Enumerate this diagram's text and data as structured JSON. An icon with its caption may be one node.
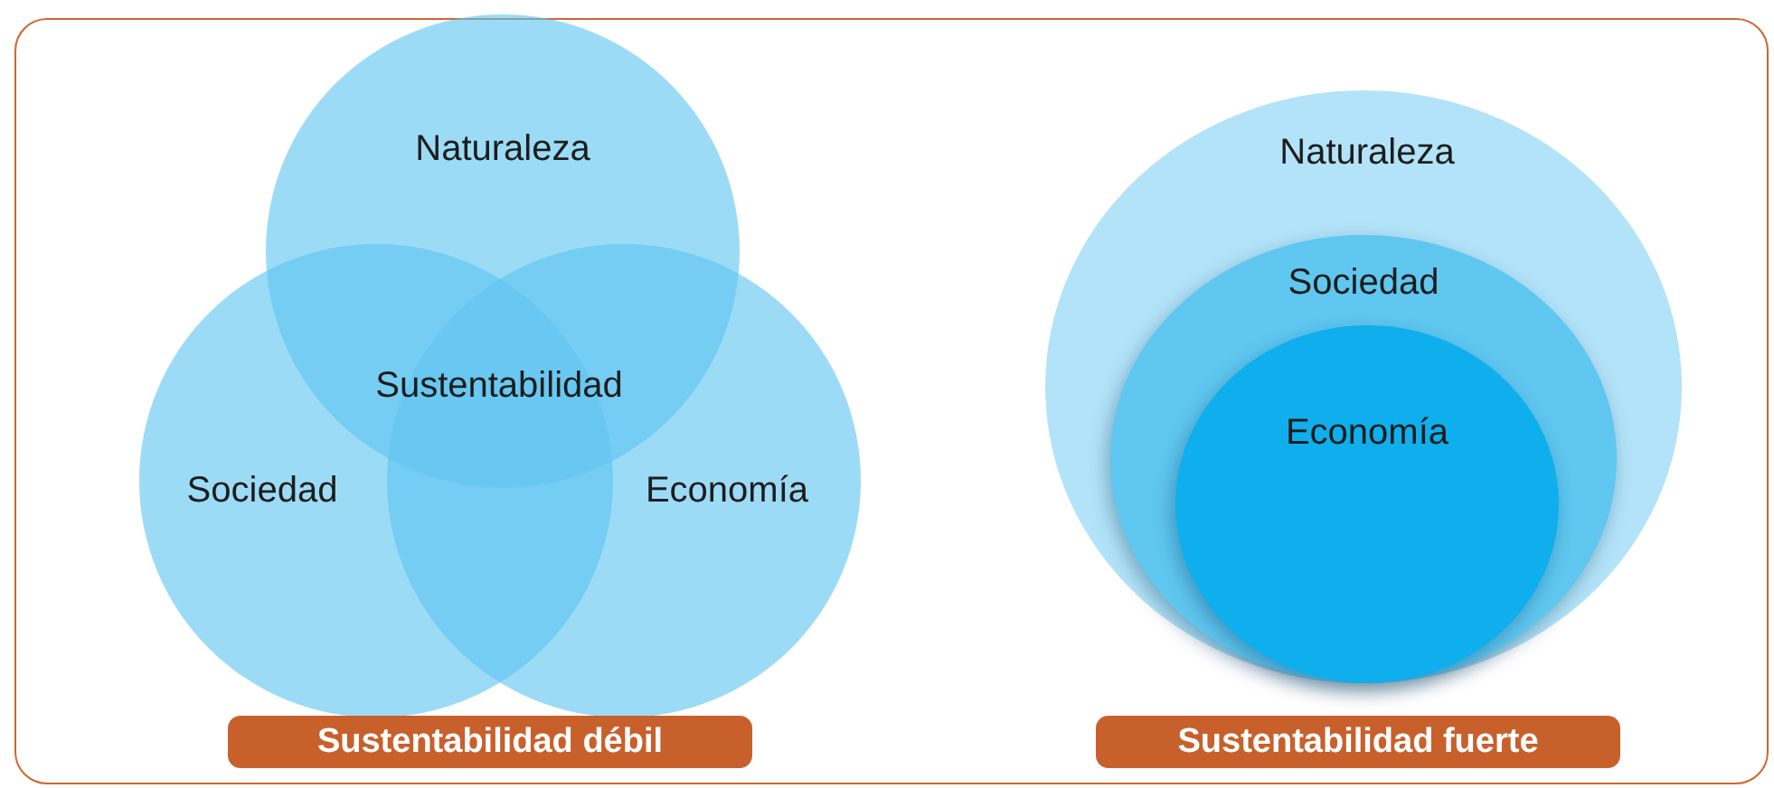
{
  "diagram": {
    "nodes": [
      {
        "text": [
          "Naturaleza"
        ]
      },
      {
        "text": [
          "Sociedad"
        ]
      },
      {
        "text": [
          "Economía"
        ]
      },
      {
        "text": [
          "Sustentabilidad débil"
        ]
      },
      {
        "text": [
          "Naturaleza"
        ]
      },
      {
        "text": [
          "Sociedad"
        ],
        "in": 4
      },
      {
        "text": [
          "Economía"
        ],
        "in": 5
      },
      {
        "text": [
          "Sustentabilidad fuerte"
        ]
      }
    ],
    "edges": [],
    "labels": [
      "Sustentabilidad"
    ]
  }
}
